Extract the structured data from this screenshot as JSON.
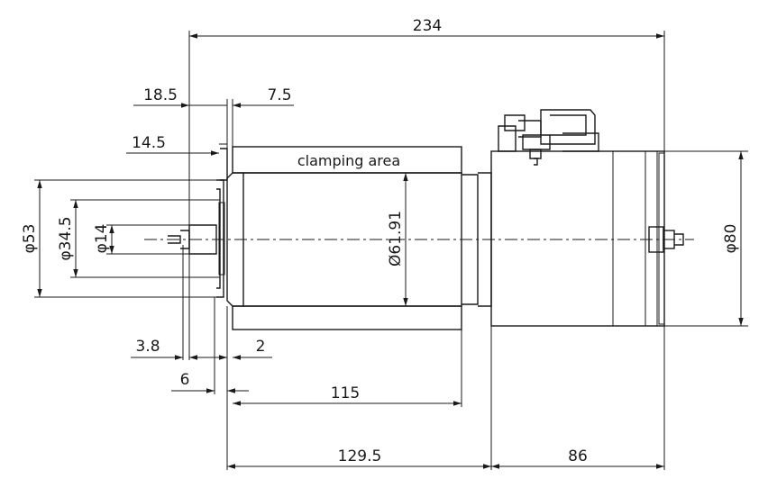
{
  "dimensions": {
    "overall_length": "234",
    "d_18_5": "18.5",
    "d_7_5": "7.5",
    "d_14_5": "14.5",
    "d_3_8": "3.8",
    "d_2": "2",
    "d_6": "6",
    "d_115": "115",
    "d_129_5": "129.5",
    "d_86": "86",
    "dia_53": "φ53",
    "dia_34_5": "φ34.5",
    "dia_14": "φ14",
    "dia_61_91": "Ø61.91",
    "dia_80": "φ80"
  },
  "labels": {
    "clamping_area": "clamping area"
  }
}
